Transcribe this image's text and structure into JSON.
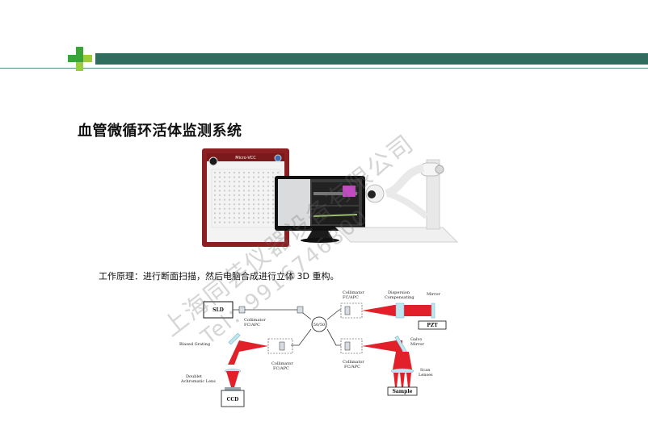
{
  "page": {
    "title": "血管微循环活体监测系统",
    "caption": "工作原理：进行断面扫描，然后电脑合成进行立体 3D 重构。"
  },
  "device": {
    "brand_label": "Micro-VCC"
  },
  "diagram": {
    "sld": "SLD",
    "coupler": "50/50",
    "collimator": "Collimator",
    "fcapc": "FC/APC",
    "dispersion": "Dispersion",
    "compensating": "Compensating",
    "mirror": "Mirror",
    "pzt": "PZT",
    "blazed_grating": "Blazed Grating",
    "doublet": "Doublet",
    "achromatic_lens": "Achromatic Lens",
    "ccd": "CCD",
    "galvo": "Galvo",
    "scan": "Scan",
    "lenses": "Lenses",
    "sample": "Sample"
  },
  "watermark": {
    "company": "上海同芸仪器设备有限公司",
    "tel": "Tel：9916746800"
  },
  "colors": {
    "header_green": "#2f6e5f",
    "beam_red": "#e2202a",
    "logo_green": "#3aa536",
    "logo_lime": "#9ccb3b"
  }
}
